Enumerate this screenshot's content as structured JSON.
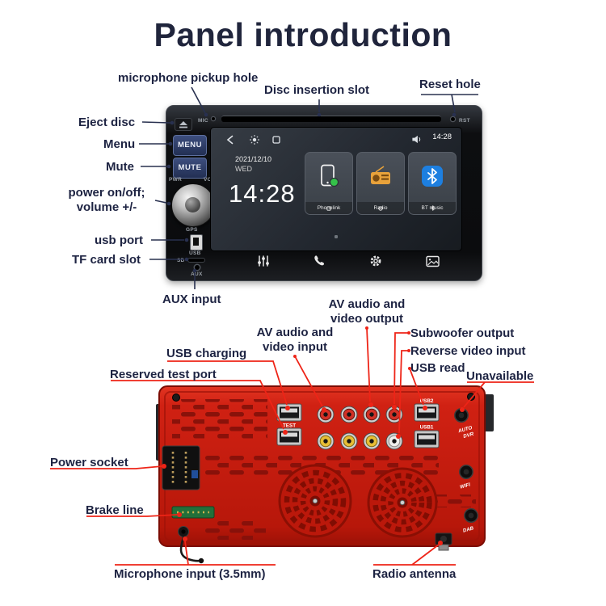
{
  "title": "Panel introduction",
  "front": {
    "callouts": {
      "mic_pickup": "microphone pickup hole",
      "disc_slot": "Disc insertion slot",
      "reset_hole": "Reset hole",
      "eject": "Eject disc",
      "menu": "Menu",
      "mute": "Mute",
      "power": "power on/off; volume +/-",
      "usb_port": "usb port",
      "tf_card": "TF card slot",
      "aux": "AUX input"
    },
    "markings": {
      "mic": "MIC",
      "rst": "RST",
      "menu_btn": "MENU",
      "mute_btn": "MUTE",
      "pwr": "PWR",
      "vol": "VOL",
      "gps": "GPS",
      "usb": "USB",
      "sd": "SD",
      "aux": "AUX"
    },
    "screen": {
      "status_time": "14:28",
      "date": "2021/12/10",
      "weekday": "WED",
      "clock": "14:28",
      "tiles": [
        {
          "label": "Phonelink"
        },
        {
          "label": "Radio"
        },
        {
          "label": "BT music"
        }
      ]
    }
  },
  "rear": {
    "callouts": {
      "av_out": "AV audio and video output",
      "av_in": "AV audio and video input",
      "subwoofer": "Subwoofer output",
      "reverse": "Reverse video input",
      "usb_read": "USB read",
      "usb_charging": "USB charging",
      "test_port": "Reserved test port",
      "unavailable": "Unavailable",
      "power_socket": "Power socket",
      "brake": "Brake line",
      "mic_in": "Microphone input (3.5mm)",
      "antenna": "Radio antenna"
    },
    "markings": {
      "test": "TEST",
      "usb1": "USB1",
      "usb2": "USB2",
      "auto": "AUTO",
      "dvr": "DVR",
      "wifi": "WIFI",
      "dab": "DAB"
    }
  }
}
